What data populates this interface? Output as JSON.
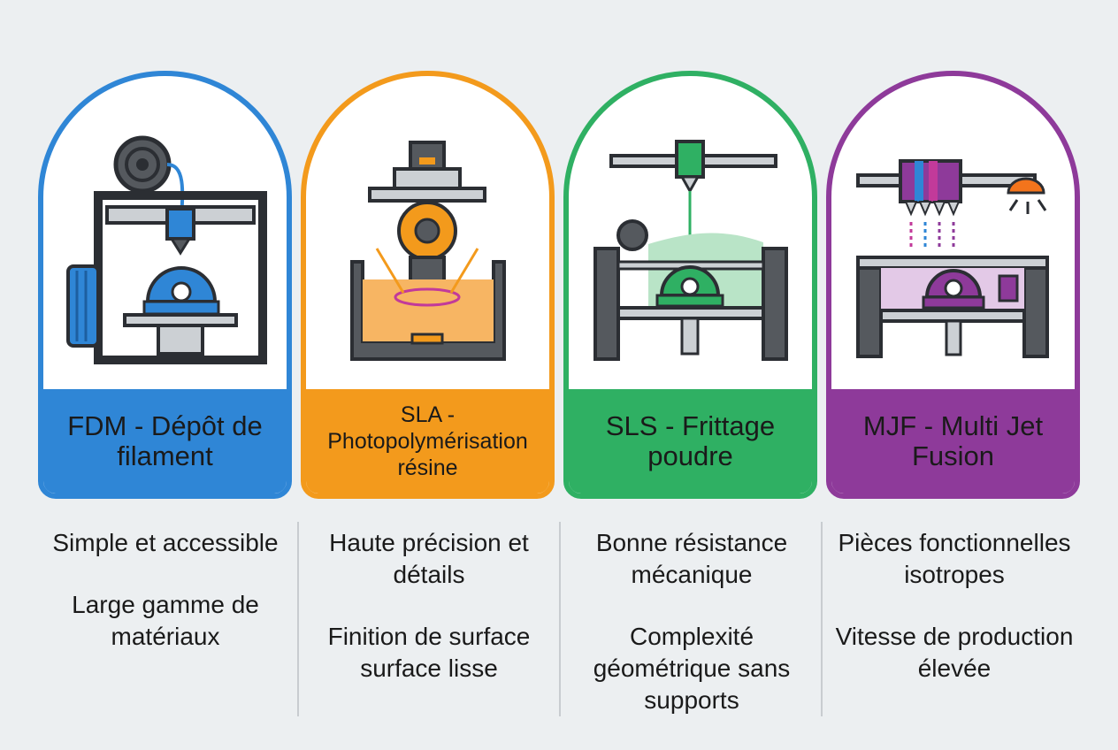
{
  "colors": {
    "fdm": "#2f86d6",
    "sla": "#f39a1c",
    "sls": "#2fb063",
    "mjf": "#8e3a9a",
    "dark": "#3a3f45"
  },
  "cards": [
    {
      "title": "FDM - Dépôt de filament",
      "icon": "fdm-printer-icon",
      "benefits": [
        "Simple et accessible",
        "Large gamme de matériaux"
      ]
    },
    {
      "title": "SLA - Photopolymérisation résine",
      "icon": "sla-printer-icon",
      "benefits": [
        "Haute précision et détails",
        "Finition de surface surface lisse"
      ]
    },
    {
      "title": "SLS - Frittage poudre",
      "icon": "sls-printer-icon",
      "benefits": [
        "Bonne résistance mécanique",
        "Complexité géométrique sans supports"
      ]
    },
    {
      "title": "MJF - Multi Jet Fusion",
      "icon": "mjf-printer-icon",
      "benefits": [
        "Pièces fonctionnelles isotropes",
        "Vitesse de production élevée"
      ]
    }
  ]
}
